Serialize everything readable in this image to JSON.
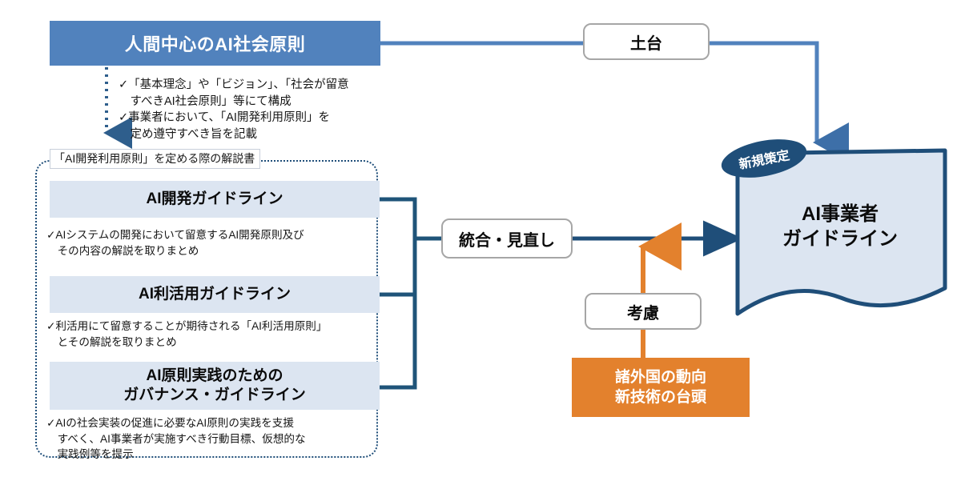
{
  "diagram": {
    "title_box": {
      "label": "人間中心のAI社会原則",
      "color": "#5182BD"
    },
    "top_bullets": [
      "✓「基本理念」や「ビジョン」、「社会が留意",
      "　すべきAI社会原則」等にて構成",
      "✓事業者において、「AI開発利用原則」を",
      "　定め遵守すべき旨を記載"
    ],
    "dotted_group": {
      "label": "「AI開発利用原則」を定める際の解説書",
      "border_color": "#1F4E79",
      "cards": [
        {
          "title": "AI開発ガイドライン",
          "description": [
            "✓AIシステムの開発において留意するAI開発原則及び",
            "　その内容の解説を取りまとめ"
          ]
        },
        {
          "title": "AI利活用ガイドライン",
          "description": [
            "✓利活用にて留意することが期待される「AI利活用原則」",
            "　とその解説を取りまとめ"
          ]
        },
        {
          "title": "AI原則実践のための\nガバナンス・ガイドライン",
          "title_line1": "AI原則実践のための",
          "title_line2": "ガバナンス・ガイドライン",
          "description": [
            "✓AIの社会実装の促進に必要なAI原則の実践を支援",
            "　すべく、AI事業者が実施すべき行動目標、仮想的な",
            "　実践例等を提示"
          ]
        }
      ],
      "card_fill": "#DCE5F1"
    },
    "pills": [
      {
        "label": "土台"
      },
      {
        "label": "統合・見直し"
      },
      {
        "label": "考慮"
      }
    ],
    "orange_box": {
      "line1": "諸外国の動向",
      "line2": "新技術の台頭",
      "color": "#E3812D"
    },
    "main_doc": {
      "line1": "AI事業者",
      "line2": "ガイドライン",
      "badge": "新規策定",
      "fill": "#DCE5F1",
      "border": "#1F4E79"
    },
    "connectors": {
      "foundation_line_color": "#5182BD",
      "merge_line_color": "#1F4E79",
      "consider_line_color": "#E3812D",
      "dotted_arrow_color": "#2E5E8C"
    }
  }
}
